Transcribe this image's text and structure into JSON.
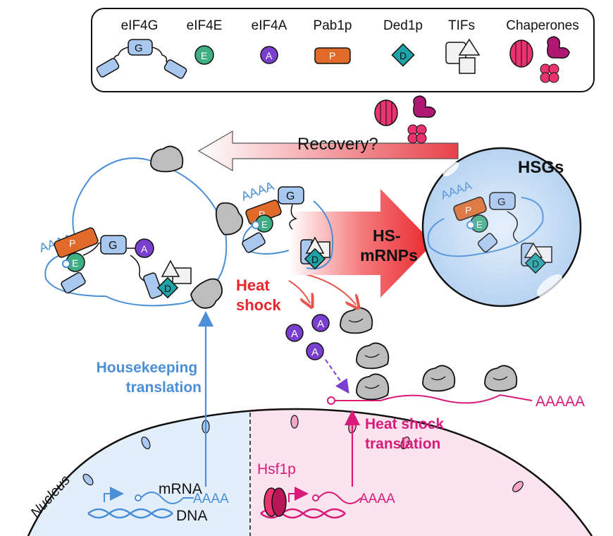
{
  "legend": {
    "items": [
      {
        "label": "eIF4G",
        "glyph": "G"
      },
      {
        "label": "eIF4E",
        "glyph": "E"
      },
      {
        "label": "eIF4A",
        "glyph": "A"
      },
      {
        "label": "Pab1p",
        "glyph": "P"
      },
      {
        "label": "Ded1p",
        "glyph": "D"
      },
      {
        "label": "TIFs",
        "glyph": ""
      },
      {
        "label": "Chaperones",
        "glyph": ""
      }
    ]
  },
  "labels": {
    "recovery": "Recovery?",
    "hsgs": "HSGs",
    "hs_mrnps": "HS-\nmRNPs",
    "heat_shock": "Heat\nshock",
    "housekeeping": "Housekeeping\ntranslation",
    "hs_translation": "Heat shock\ntranslation",
    "nucleus": "Nucleus",
    "mrna": "mRNA",
    "dna": "DNA",
    "hsf1p": "Hsf1p",
    "polyA_short": "AAAA",
    "polyA_long": "AAAAA"
  },
  "colors": {
    "eIF4G": "#a9c8ef",
    "eIF4E": "#3fae82",
    "eIF4A": "#7b3fcf",
    "Pab1p": "#e06a2a",
    "Ded1p": "#1fa3a8",
    "chaperone": "#e8336e",
    "blue": "#4a8fd8",
    "pink": "#d81b7a",
    "red": "#e8262b"
  }
}
